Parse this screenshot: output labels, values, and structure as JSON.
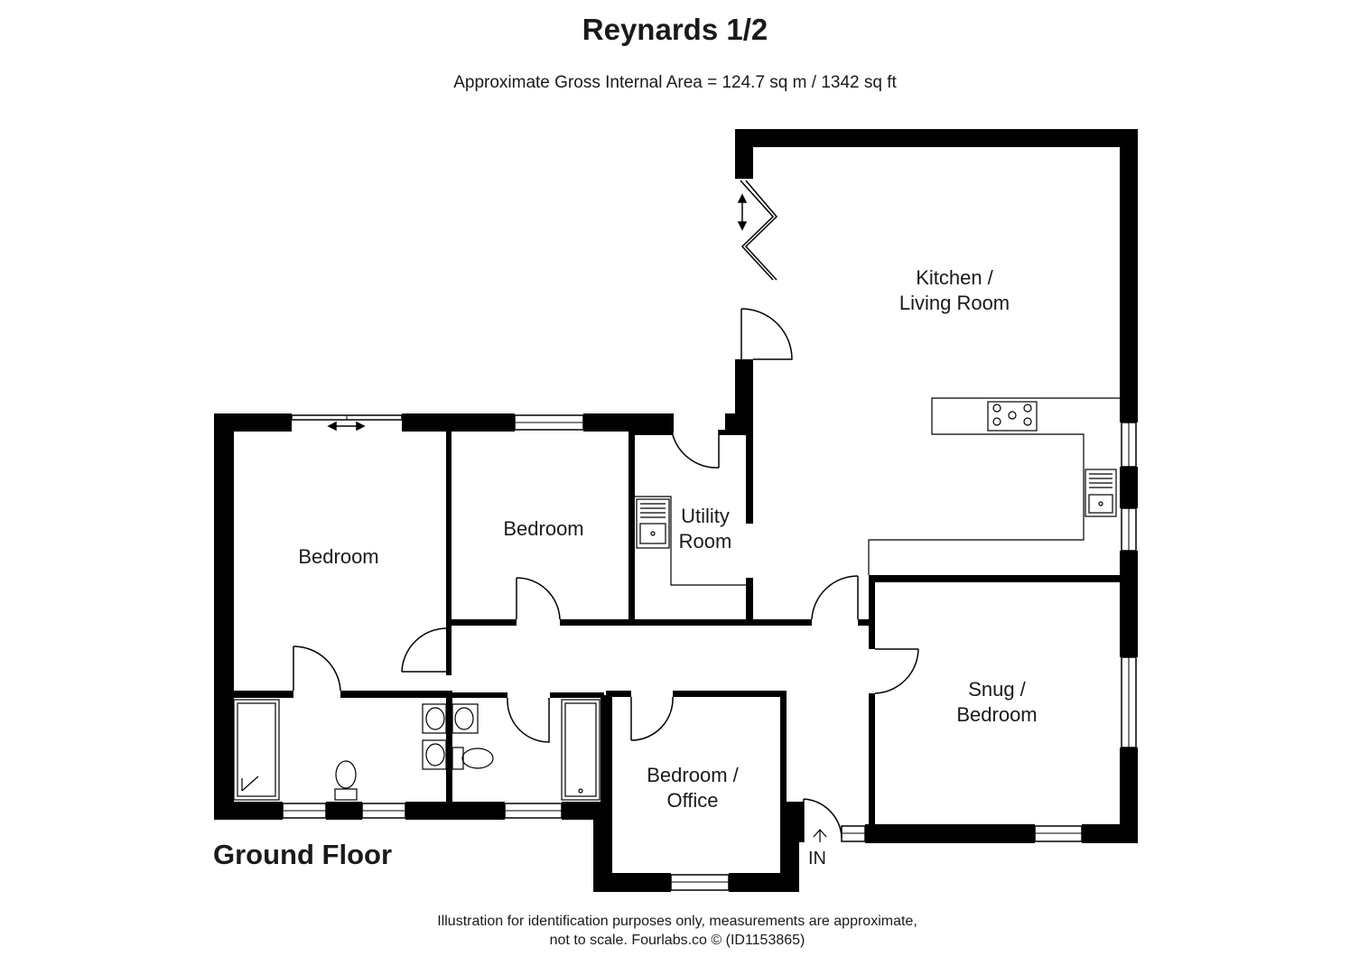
{
  "header": {
    "title": "Reynards 1/2",
    "area": "Approximate Gross Internal Area = 124.7 sq m / 1342 sq ft"
  },
  "plan": {
    "floor_name": "Ground Floor",
    "rooms": {
      "kitchen": [
        "Kitchen /",
        "Living Room"
      ],
      "utility": [
        "Utility",
        "Room"
      ],
      "bedroom_small": "Bedroom",
      "bedroom_large": "Bedroom",
      "snug": [
        "Snug /",
        "Bedroom"
      ],
      "office": [
        "Bedroom /",
        "Office"
      ]
    },
    "entrance_label": "IN"
  },
  "footer": {
    "line1": "Illustration for identification purposes only, measurements are approximate,",
    "line2": "not to scale. Fourlabs.co © (ID1153865)"
  }
}
